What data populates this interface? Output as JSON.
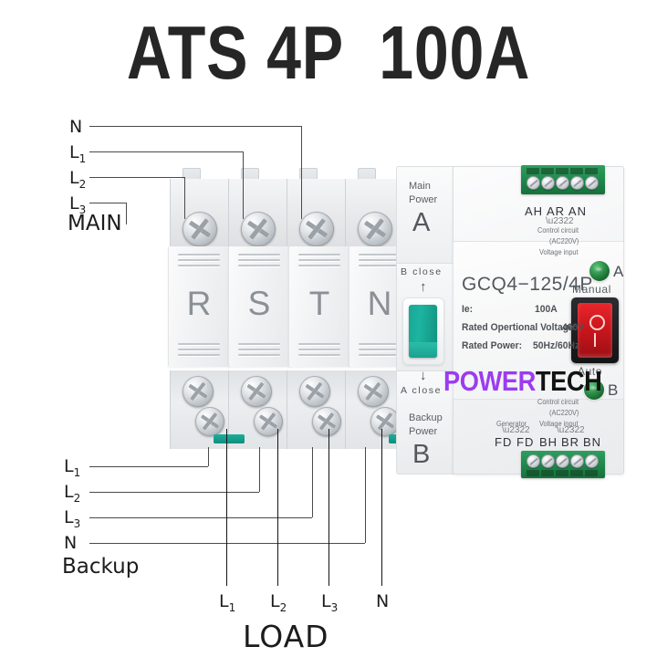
{
  "title": "ATS 4P  100A",
  "annotations": {
    "main_label": "MAIN",
    "backup_label": "Backup",
    "load_label": "LOAD",
    "top_inputs": [
      "N",
      "L1",
      "L2",
      "L3"
    ],
    "bottom_inputs": [
      "L1",
      "L2",
      "L3",
      "N"
    ],
    "load_outputs": [
      "L1",
      "L2",
      "L3",
      "N"
    ]
  },
  "device": {
    "poles": [
      "R",
      "S",
      "T",
      "N"
    ],
    "main_power": {
      "line1": "Main",
      "line2": "Power",
      "letter": "A"
    },
    "backup_power": {
      "line1": "Backup",
      "line2": "Power",
      "letter": "B"
    },
    "close_up": "B close",
    "close_down": "A close",
    "arrow_up": "↑",
    "arrow_down": "↓",
    "model": "GCQ4−125/4P",
    "specs": [
      {
        "label": "Ie:",
        "value": "100A"
      },
      {
        "label": "Rated Opertional Voltage:",
        "value": "400V"
      },
      {
        "label": "Rated Power:",
        "value": "50Hz/60Hz"
      }
    ],
    "switch": {
      "manual_label": "Manual",
      "auto_label": "Auto",
      "symbol_off": "O",
      "symbol_on": "I"
    },
    "leds": [
      {
        "letter": "A",
        "color": "#2c8f48"
      },
      {
        "letter": "B",
        "color": "#2c8f48"
      }
    ],
    "top_terminal": {
      "labels": "AH  AR  AN",
      "note1": "Control circuit",
      "note2": "(AC220V)",
      "note3": "Voltage input",
      "screw_count": 5
    },
    "bottom_terminal": {
      "labels": [
        "FD",
        "FD",
        "BH",
        "BR",
        "BN"
      ],
      "note1": "Control circuit",
      "note2": "(AC220V)",
      "note3": "Voltage input",
      "note_left": "Generator",
      "screw_count": 5
    },
    "watermark": {
      "part1": "POWER",
      "part2": "TECH",
      "color1": "#9b3cf0",
      "color2": "#131313"
    }
  },
  "colors": {
    "title": "#262626",
    "terminal_green": "#1f8a4c",
    "accent_teal": "#19a794",
    "switch_red": "#c8161c",
    "body_white": "#f2f3f4"
  }
}
